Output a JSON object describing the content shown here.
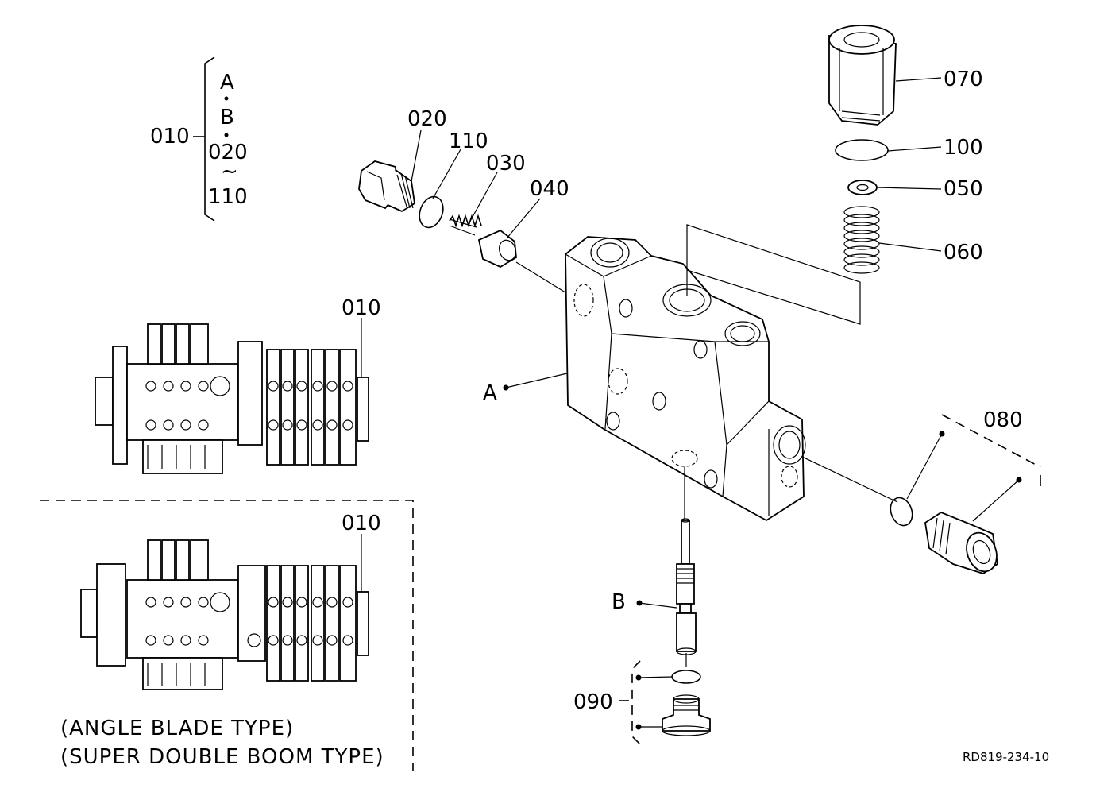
{
  "legend": {
    "label_010": "010",
    "items": [
      "A",
      "B",
      "020",
      "110"
    ],
    "connector_dot": "•",
    "range_sign": "~"
  },
  "parts": {
    "p020": "020",
    "p110": "110",
    "p030": "030",
    "p040": "040",
    "p070": "070",
    "p100": "100",
    "p050": "050",
    "p060": "060",
    "p080": "080",
    "p090": "090",
    "pA": "A",
    "pB": "B"
  },
  "assemblies": {
    "standard_label": "010",
    "alt_label": "010",
    "caption_line1": "(ANGLE BLADE TYPE)",
    "caption_line2": "(SUPER DOUBLE BOOM TYPE)"
  },
  "drawing_ref": "RD819-234-10"
}
